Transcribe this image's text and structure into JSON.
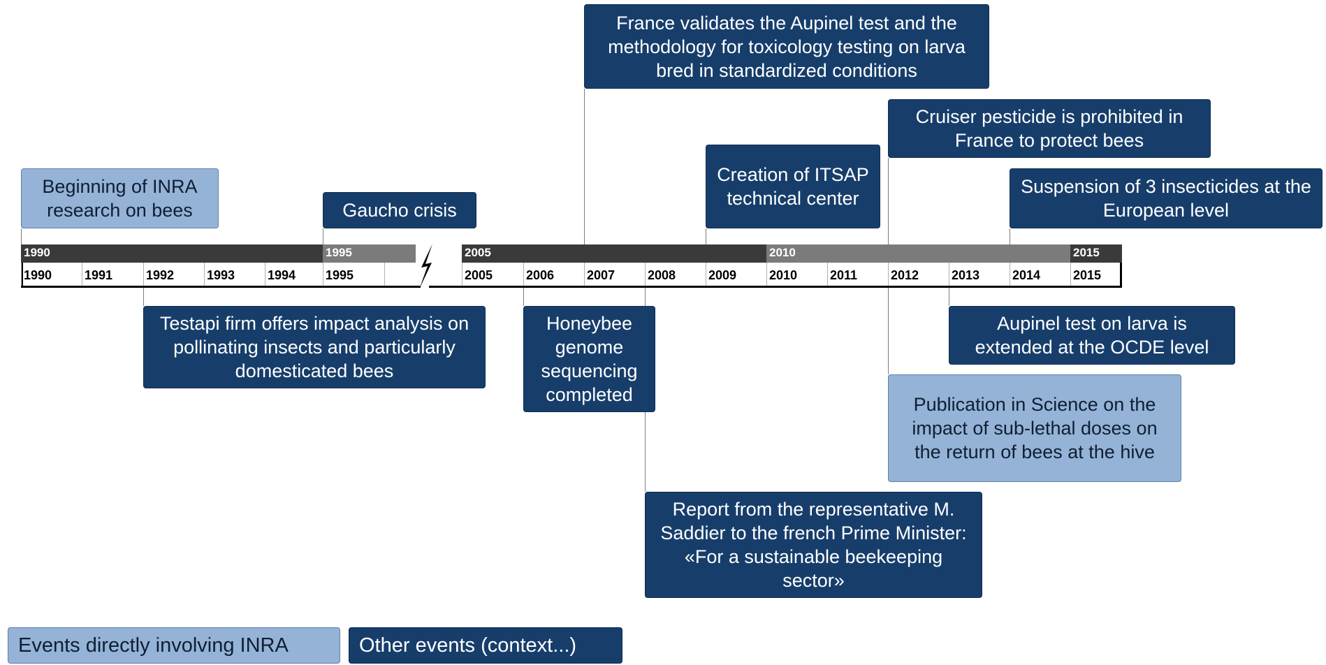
{
  "timeline": {
    "top_labels": [
      "1990",
      "1995",
      "2005",
      "2010",
      "2015"
    ],
    "ticks": [
      "1990",
      "1991",
      "1992",
      "1993",
      "1994",
      "1995",
      "2005",
      "2006",
      "2007",
      "2008",
      "2009",
      "2010",
      "2011",
      "2012",
      "2013",
      "2014",
      "2015"
    ]
  },
  "events": [
    {
      "id": "inra-research",
      "text": "Beginning of INRA research on bees",
      "kind": "inra"
    },
    {
      "id": "gaucho",
      "text": "Gaucho crisis",
      "kind": "other"
    },
    {
      "id": "aupinel-france",
      "text": "France validates the Aupinel test and the methodology for toxicology testing on larva bred in standardized conditions",
      "kind": "other"
    },
    {
      "id": "itsap",
      "text": "Creation of ITSAP technical center",
      "kind": "other"
    },
    {
      "id": "cruiser",
      "text": "Cruiser pesticide is prohibited in France to protect bees",
      "kind": "other"
    },
    {
      "id": "suspension",
      "text": "Suspension of 3 insecticides at the European level",
      "kind": "other"
    },
    {
      "id": "testapi",
      "text": "Testapi firm offers impact analysis on pollinating insects and particularly domesticated bees",
      "kind": "other"
    },
    {
      "id": "genome",
      "text": "Honeybee genome sequencing completed",
      "kind": "other"
    },
    {
      "id": "aupinel-ocde",
      "text": "Aupinel test on larva is extended at the OCDE level",
      "kind": "other"
    },
    {
      "id": "science",
      "text": "Publication in Science on the impact of sub-lethal doses on the return of bees at the hive",
      "kind": "inra"
    },
    {
      "id": "saddier",
      "text": "Report from the representative M. Saddier to the french Prime Minister: «For a sustainable beekeeping sector»",
      "kind": "other"
    }
  ],
  "legend": {
    "inra": "Events directly involving INRA",
    "other": "Other events (context...)"
  },
  "colors": {
    "other_event_fill": "#173e6b",
    "inra_event_fill": "#95b3d7",
    "axis_dark": "#3a3a3a",
    "axis_mid": "#7b7b7b"
  }
}
